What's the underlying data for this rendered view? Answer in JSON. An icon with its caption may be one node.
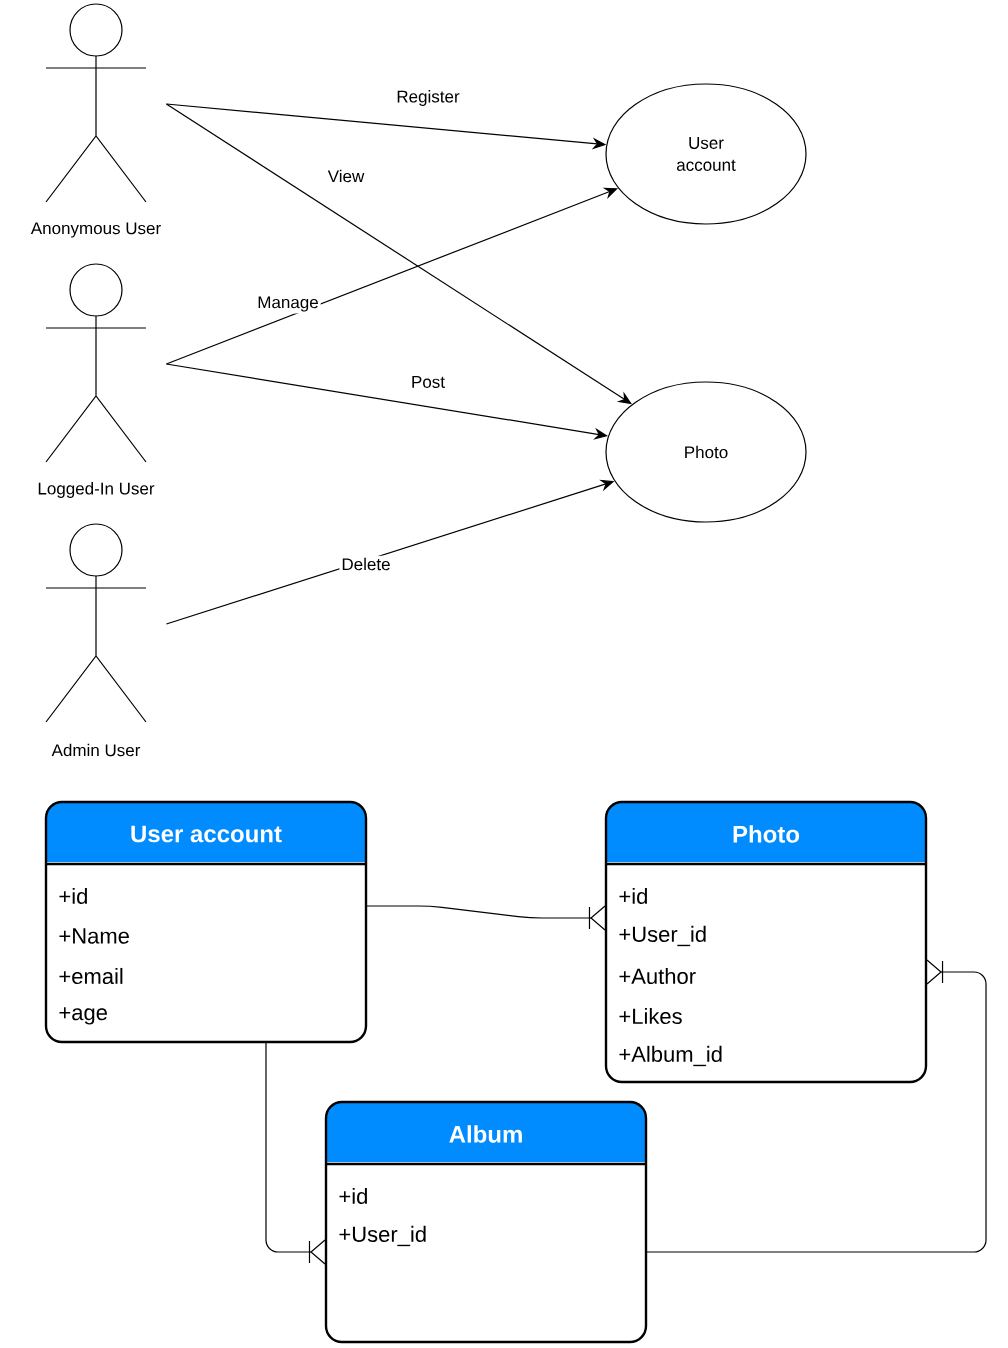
{
  "diagram": {
    "nodes": [
      {
        "text": [
          "Anonymous User"
        ]
      },
      {
        "text": [
          "Logged-In User"
        ]
      },
      {
        "text": [
          "Admin User"
        ]
      },
      {
        "text": [
          "User account"
        ]
      },
      {
        "text": [
          "Photo"
        ]
      },
      {
        "text": [
          "User account",
          "+id",
          "+Name",
          "+email",
          "+age"
        ]
      },
      {
        "text": [
          "Photo",
          "+id",
          "+User_id",
          "+Author",
          "+Likes",
          "+Album_id"
        ]
      },
      {
        "text": [
          "Album",
          "+id",
          "+User_id"
        ]
      }
    ],
    "edges": [
      {
        "from": 0,
        "to": 3,
        "arrow": "to",
        "label": "Register"
      },
      {
        "from": 0,
        "to": 4,
        "arrow": "to",
        "label": "View"
      },
      {
        "from": 1,
        "to": 3,
        "arrow": "to",
        "label": "Manage"
      },
      {
        "from": 1,
        "to": 4,
        "arrow": "to",
        "label": "Post"
      },
      {
        "from": 2,
        "to": 4,
        "arrow": "to",
        "label": "Delete"
      },
      {
        "from": 5,
        "to": 6,
        "arrow": "other"
      },
      {
        "from": 5,
        "to": 7,
        "arrow": "other"
      },
      {
        "from": 7,
        "to": 6,
        "arrow": "other"
      }
    ]
  }
}
